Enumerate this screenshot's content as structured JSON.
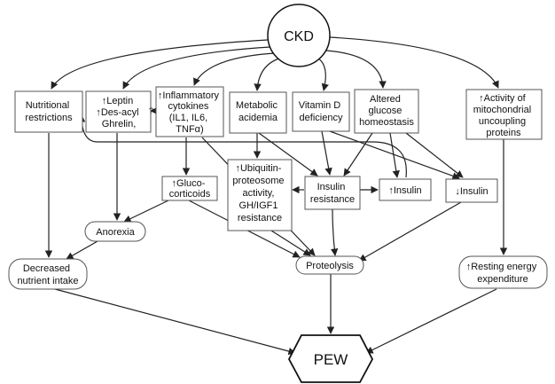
{
  "diagram": {
    "nodes": {
      "ckd": {
        "lines": [
          "CKD"
        ]
      },
      "nutritional_restrictions": {
        "lines": [
          "Nutritional",
          "restrictions"
        ]
      },
      "leptin": {
        "lines": [
          "↑Leptin",
          "↑Des-acyl",
          "Ghrelin,"
        ]
      },
      "cytokines": {
        "lines": [
          "↑Inflammatory",
          "cytokines",
          "(IL1, IL6,",
          "TNFα)"
        ]
      },
      "metabolic_acidemia": {
        "lines": [
          "Metabolic",
          "acidemia"
        ]
      },
      "vitamin_d": {
        "lines": [
          "Vitamin D",
          "deficiency"
        ]
      },
      "glucose": {
        "lines": [
          "Altered",
          "glucose",
          "homeostasis"
        ]
      },
      "mitochondrial": {
        "lines": [
          "↑Activity of",
          "mitochondrial",
          "uncoupling",
          "proteins"
        ]
      },
      "glucocorticoids": {
        "lines": [
          "↑Gluco-",
          "corticoids"
        ]
      },
      "ubiquitin": {
        "lines": [
          "↑Ubiquitin-",
          "proteosome",
          "activity,",
          "GH/IGF1",
          "resistance"
        ]
      },
      "insulin_resistance": {
        "lines": [
          "Insulin",
          "resistance"
        ]
      },
      "insulin_up": {
        "lines": [
          "↑Insulin"
        ]
      },
      "insulin_down": {
        "lines": [
          "↓Insulin"
        ]
      },
      "anorexia": {
        "lines": [
          "Anorexia"
        ]
      },
      "decreased_intake": {
        "lines": [
          "Decreased",
          "nutrient  intake"
        ]
      },
      "proteolysis": {
        "lines": [
          "Proteolysis"
        ]
      },
      "resting_energy": {
        "lines": [
          "↑Resting energy",
          "expenditure"
        ]
      },
      "pew": {
        "lines": [
          "PEW"
        ]
      }
    },
    "edge_labels": {
      "cytokines_to_leptin": "?"
    }
  }
}
